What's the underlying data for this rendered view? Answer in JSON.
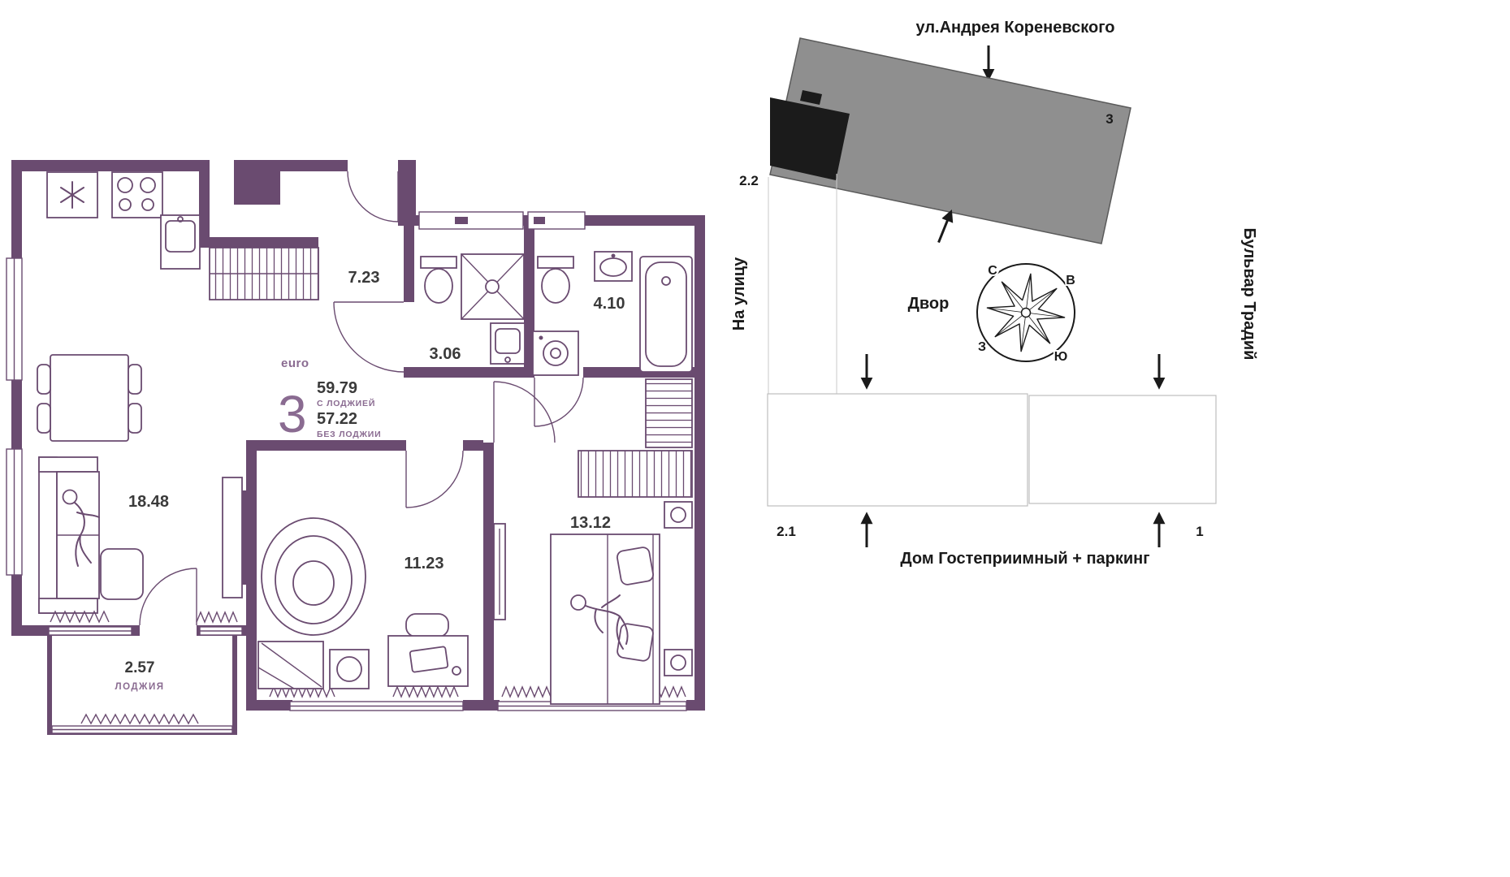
{
  "colors": {
    "wall_purple": "#6a4b70",
    "accent_purple": "#8a6b91",
    "ink": "#3a3a3a",
    "site_ink": "#1a1a1a",
    "building_gray": "#8f8f8f",
    "building_section_black": "#1b1b1b"
  },
  "plan": {
    "euro_label": "euro",
    "rooms_count": "3",
    "area_with_loggia": "59.79",
    "with_loggia_label": "С ЛОДЖИЕЙ",
    "area_without_loggia": "57.22",
    "without_loggia_label": "БЕЗ ЛОДЖИИ",
    "rooms": {
      "living_kitchen": "18.48",
      "hallway": "7.23",
      "shower_room": "3.06",
      "bathroom": "4.10",
      "bedroom": "11.23",
      "bedroom_master": "13.12",
      "loggia": "2.57",
      "loggia_caption": "ЛОДЖИЯ"
    }
  },
  "site": {
    "street_top": "ул.Андрея Кореневского",
    "building_number": "3",
    "block_2_2": "2.2",
    "to_street_label": "На улицу",
    "yard_label": "Двор",
    "boulevard_label": "Бульвар Традий",
    "block_2_1": "2.1",
    "block_1": "1",
    "bottom_caption": "Дом Гостеприимный + паркинг",
    "compass": {
      "north": "С",
      "east": "В",
      "south": "Ю",
      "west": "З"
    }
  }
}
